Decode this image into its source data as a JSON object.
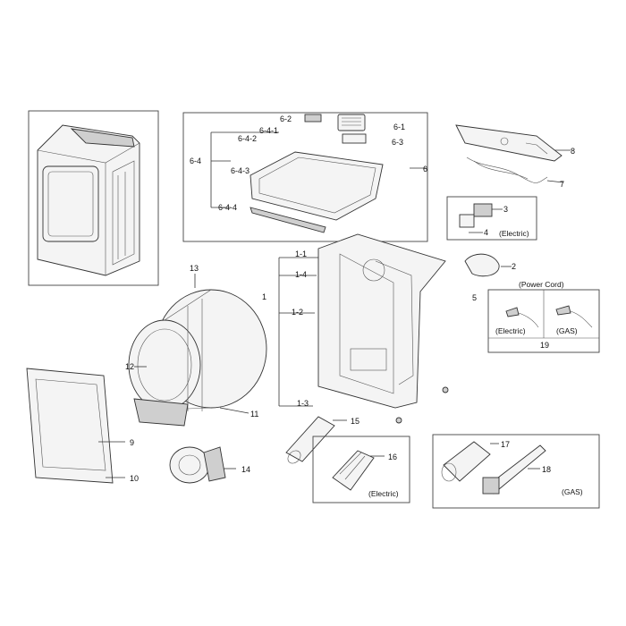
{
  "callouts": {
    "c1": "1",
    "c1_1": "1-1",
    "c1_2": "1-2",
    "c1_3": "1-3",
    "c1_4": "1-4",
    "c2": "2",
    "c3": "3",
    "c4": "4",
    "c5": "5",
    "c6": "6",
    "c6_1": "6-1",
    "c6_2": "6-2",
    "c6_3": "6-3",
    "c6_4": "6-4",
    "c6_4_1": "6-4-1",
    "c6_4_2": "6-4-2",
    "c6_4_3": "6-4-3",
    "c6_4_4": "6-4-4",
    "c7": "7",
    "c8": "8",
    "c9": "9",
    "c10": "10",
    "c11": "11",
    "c12": "12",
    "c13": "13",
    "c14": "14",
    "c15": "15",
    "c16": "16",
    "c17": "17",
    "c18": "18",
    "c19": "19"
  },
  "notes": {
    "electric_heater_kit": "(Electric)",
    "power_cord_title": "(Power Cord)",
    "power_cord_electric": "(Electric)",
    "power_cord_gas": "(GAS)",
    "heater_electric": "(Electric)",
    "gas_burner": "(GAS)"
  }
}
